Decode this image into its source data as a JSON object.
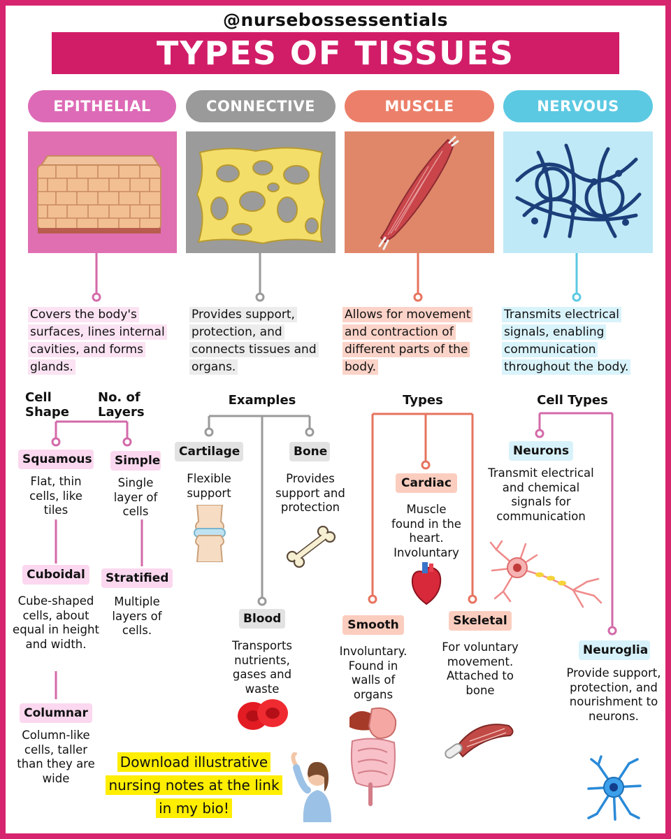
{
  "header": {
    "handle": "@nursebossessentials",
    "title": "TYPES OF TISSUES"
  },
  "colors": {
    "brand": "#d11d67",
    "epithelial": "#dd6ab6",
    "connective": "#9a9a9a",
    "muscle": "#ec7f6a",
    "nervous": "#5cc9e2",
    "highlight_yellow": "#ffee00"
  },
  "columns": [
    {
      "name": "EPITHELIAL",
      "description": "Covers the body's surfaces, lines internal cavities, and forms glands.",
      "icon": "epithelial-cells-icon"
    },
    {
      "name": "CONNECTIVE",
      "description": "Provides support, protection, and connects tissues and organs.",
      "icon": "connective-tissue-icon"
    },
    {
      "name": "MUSCLE",
      "description": "Allows for movement and contraction of different parts of the body.",
      "icon": "muscle-fiber-icon"
    },
    {
      "name": "NERVOUS",
      "description": "Transmits electrical signals, enabling communication throughout the body.",
      "icon": "neural-network-icon"
    }
  ],
  "epithelial": {
    "cell_shape_heading": "Cell Shape",
    "layers_heading": "No. of Layers",
    "shapes": [
      {
        "name": "Squamous",
        "text": "Flat, thin cells, like tiles"
      },
      {
        "name": "Cuboidal",
        "text": "Cube-shaped cells, about equal in height and width."
      },
      {
        "name": "Columnar",
        "text": "Column-like cells, taller than they are wide"
      }
    ],
    "layers": [
      {
        "name": "Simple",
        "text": "Single layer of cells"
      },
      {
        "name": "Stratified",
        "text": "Multiple layers of cells."
      }
    ]
  },
  "connective": {
    "heading": "Examples",
    "examples": [
      {
        "name": "Cartilage",
        "text": "Flexible support",
        "icon": "knee-joint-icon"
      },
      {
        "name": "Bone",
        "text": "Provides support and protection",
        "icon": "bone-icon"
      },
      {
        "name": "Blood",
        "text": "Transports nutrients, gases and waste",
        "icon": "red-blood-cells-icon"
      }
    ]
  },
  "muscle": {
    "heading": "Types",
    "types": [
      {
        "name": "Cardiac",
        "text": "Muscle found in the heart. Involuntary",
        "icon": "heart-icon"
      },
      {
        "name": "Smooth",
        "text": "Involuntary. Found in walls of organs",
        "icon": "digestive-organs-icon"
      },
      {
        "name": "Skeletal",
        "text": "For voluntary movement. Attached to bone",
        "icon": "skeletal-muscle-icon"
      }
    ]
  },
  "nervous": {
    "heading": "Cell Types",
    "types": [
      {
        "name": "Neurons",
        "text": "Transmit electrical and chemical signals for communication",
        "icon": "neuron-icon"
      },
      {
        "name": "Neuroglia",
        "text": "Provide support, protection, and nourishment to neurons.",
        "icon": "glial-cell-icon"
      }
    ]
  },
  "cta": {
    "text": "Download illustrative nursing notes at the link in my bio!",
    "icon": "pointing-woman-icon"
  }
}
